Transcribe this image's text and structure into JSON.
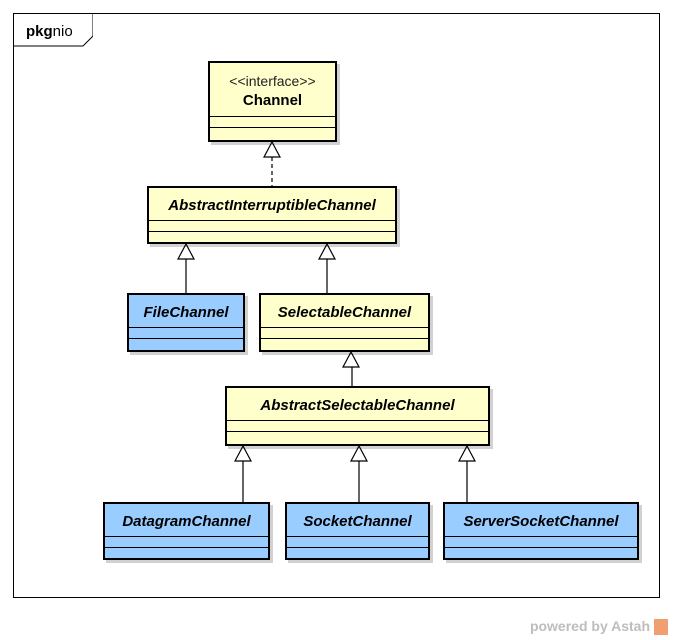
{
  "package": {
    "keyword": "pkg",
    "name": "nio"
  },
  "classes": {
    "channel": {
      "stereotype": "<<interface>>",
      "name": "Channel"
    },
    "abstract_interruptible": {
      "name": "AbstractInterruptibleChannel"
    },
    "file_channel": {
      "name": "FileChannel"
    },
    "selectable_channel": {
      "name": "SelectableChannel"
    },
    "abstract_selectable": {
      "name": "AbstractSelectableChannel"
    },
    "datagram_channel": {
      "name": "DatagramChannel"
    },
    "socket_channel": {
      "name": "SocketChannel"
    },
    "server_socket_channel": {
      "name": "ServerSocketChannel"
    }
  },
  "colors": {
    "abstract_fill": "#ffffcc",
    "concrete_fill": "#99ccff"
  },
  "watermark": "powered by Astah"
}
